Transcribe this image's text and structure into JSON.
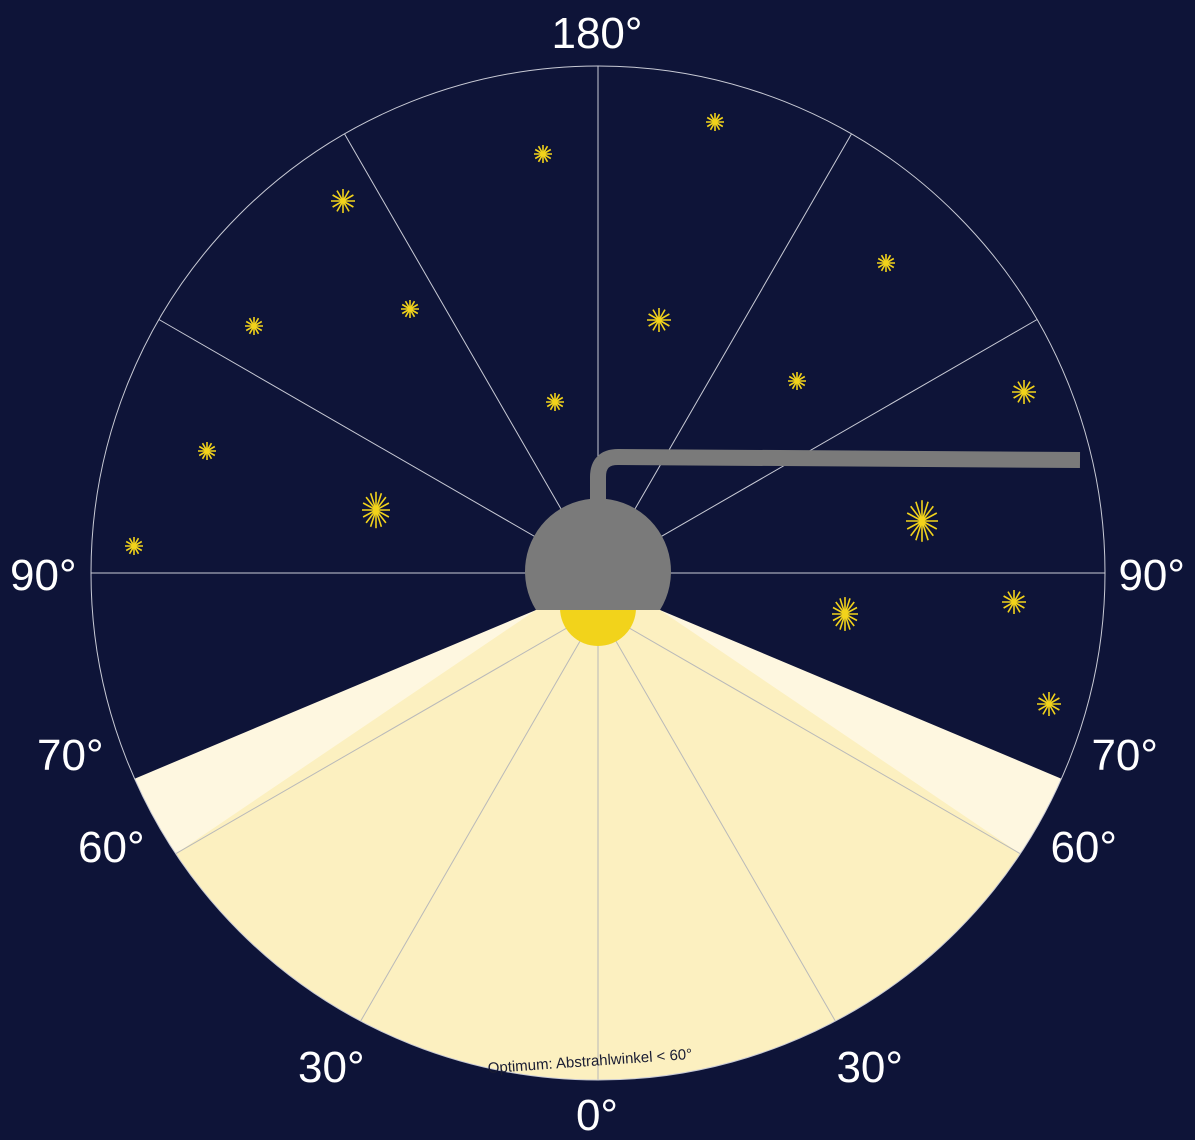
{
  "colors": {
    "background": "#0e1438",
    "circle_line": "#c9cbd6",
    "beam_optimum": "#fcf0c0",
    "beam_outer": "#fef7e0",
    "beam_line": "#b9b9b9",
    "lamp": "#7a7a7a",
    "bulb": "#f2d31b",
    "star": "#f2d31b"
  },
  "labels": {
    "top": "180°",
    "left_90": "90°",
    "right_90": "90°",
    "left_70": "70°",
    "right_70": "70°",
    "left_60": "60°",
    "right_60": "60°",
    "left_30": "30°",
    "right_30": "30°",
    "bottom": "0°"
  },
  "caption": "Optimum: Abstrahlwinkel < 60°",
  "beam": {
    "optimum_max_angle_deg": 60,
    "outer_max_angle_deg": 70
  },
  "sky_sector_count": 6,
  "stars": [
    {
      "size": 9
    },
    {
      "size": 9
    },
    {
      "size": 12
    },
    {
      "size": 9
    },
    {
      "size": 9
    },
    {
      "size": 9
    },
    {
      "size": 12
    },
    {
      "size": 9
    },
    {
      "size": 9
    },
    {
      "size": 12
    },
    {
      "size": 9
    },
    {
      "size": 14
    },
    {
      "size": 9
    },
    {
      "size": 16
    },
    {
      "size": 13
    },
    {
      "size": 12
    },
    {
      "size": 12
    },
    {
      "size": 15
    },
    {
      "size": 16
    },
    {
      "size": 9
    },
    {
      "size": 9
    }
  ]
}
